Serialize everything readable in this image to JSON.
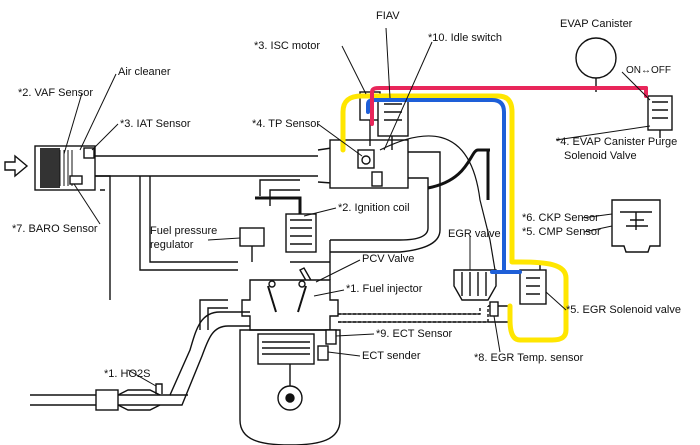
{
  "labels": {
    "fiav": "FIAV",
    "evap_canister": "EVAP Canister",
    "on_off": "ON↔OFF",
    "isc_motor": "*3. ISC motor",
    "idle_switch": "*10. Idle switch",
    "air_cleaner": "Air cleaner",
    "vaf_sensor": "*2. VAF Sensor",
    "iat_sensor": "*3. IAT Sensor",
    "tp_sensor": "*4. TP Sensor",
    "evap_purge_1": "*4. EVAP Canister Purge",
    "evap_purge_2": "Solenoid Valve",
    "baro_sensor": "*7. BARO Sensor",
    "ignition_coil": "*2. Ignition coil",
    "fuel_pressure_1": "Fuel pressure",
    "fuel_pressure_2": "regulator",
    "ckp_sensor": "*6. CKP Sensor",
    "cmp_sensor": "*5. CMP Sensor",
    "egr_valve": "EGR valve",
    "pcv_valve": "PCV Valve",
    "fuel_injector": "*1. Fuel injector",
    "egr_solenoid": "*5. EGR Solenoid valve",
    "ect_sensor": "*9. ECT Sensor",
    "ect_sender": "ECT sender",
    "egr_temp": "*8. EGR Temp. sensor",
    "ho2s": "*1. HO2S"
  },
  "colors": {
    "hose_red": "#e8265a",
    "hose_blue": "#1e5fd8",
    "hose_yellow": "#ffe600",
    "line": "#111111"
  }
}
